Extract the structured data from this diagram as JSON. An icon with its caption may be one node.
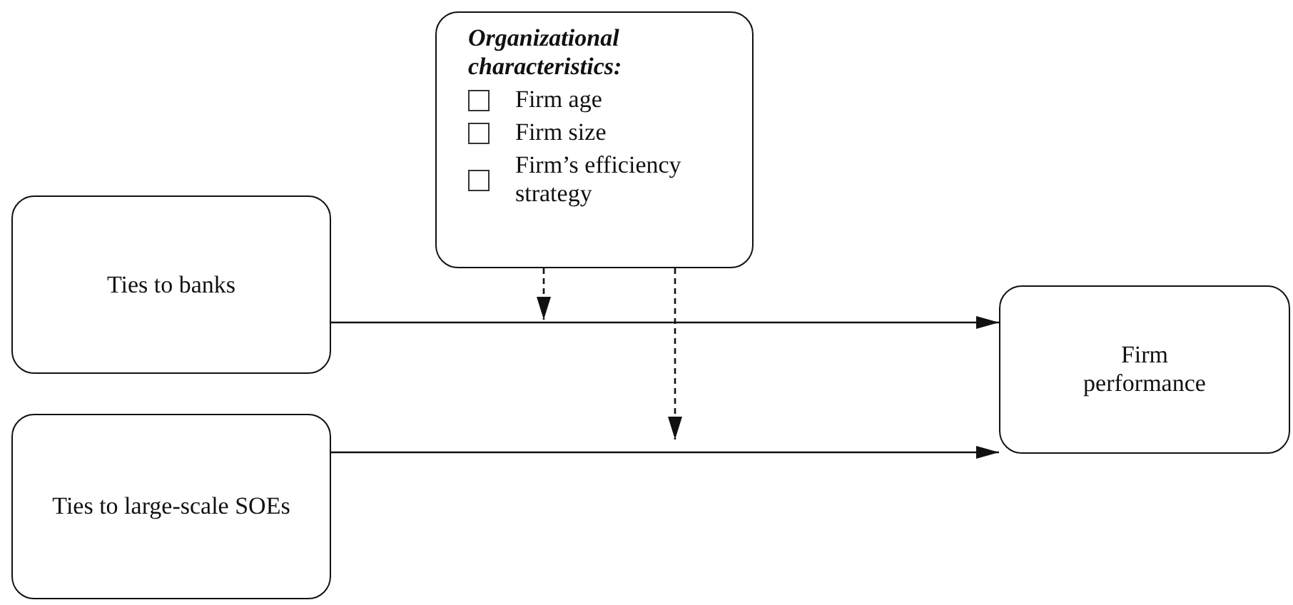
{
  "diagram": {
    "nodes": [
      {
        "text": [
          "Organizational characteristics:",
          "Firm age",
          "Firm size",
          "Firm’s efficiency strategy"
        ]
      },
      {
        "text": [
          "Ties to banks"
        ]
      },
      {
        "text": [
          "Ties to large-scale SOEs"
        ]
      },
      {
        "text": [
          "Firm performance"
        ]
      }
    ],
    "edges": [
      {
        "from": 1,
        "to": 3,
        "arrow": "to"
      },
      {
        "from": 2,
        "to": 3,
        "arrow": "to"
      },
      {
        "from": 0,
        "to": null,
        "arrow": "to",
        "style": "dashed"
      },
      {
        "from": 0,
        "to": null,
        "arrow": "to",
        "style": "dashed"
      }
    ]
  }
}
